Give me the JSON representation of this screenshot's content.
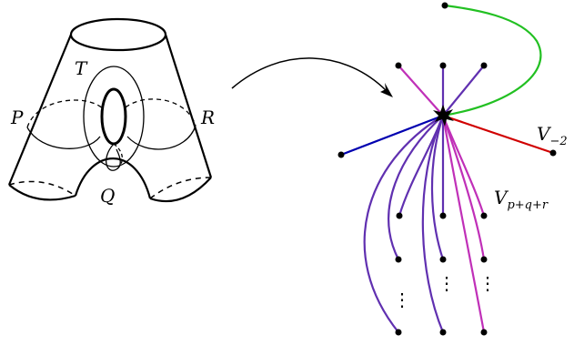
{
  "labels": {
    "P": "P",
    "Q": "Q",
    "R": "R",
    "T": "T",
    "v_minus_main": "V",
    "v_minus_sub": "−2",
    "v_pqr_main": "V",
    "v_pqr_sub": "p+q+r"
  },
  "ellipsis": "⋮",
  "colors": {
    "ink": "#000000",
    "green": "#22c022",
    "red": "#d00000",
    "blue": "#0000b0",
    "magenta": "#c030b8",
    "purple": "#6030b0"
  }
}
